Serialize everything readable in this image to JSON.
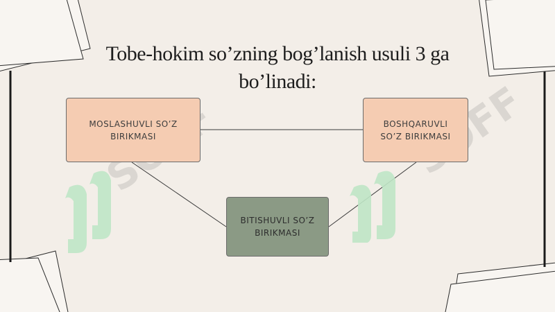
{
  "title": {
    "line1": "Tobe-hokim so’zning bog’lanish usuli 3 ga",
    "line2": "bo’linadi:"
  },
  "nodes": {
    "left": "MOSLASHUVLI SO’Z BIRIKMASI",
    "right": "BOSHQARUVLI SO’Z BIRIKMASI",
    "bottom": "BITISHUVLI SO’Z BIRIKMASI"
  },
  "watermark": {
    "text": "SOFF"
  },
  "colors": {
    "background": "#f3eee8",
    "peach_box": "#f5ccb2",
    "sage_box": "#8b9a85",
    "watermark_green": "#bfe6c6",
    "watermark_gray": "#d6d2cd"
  }
}
